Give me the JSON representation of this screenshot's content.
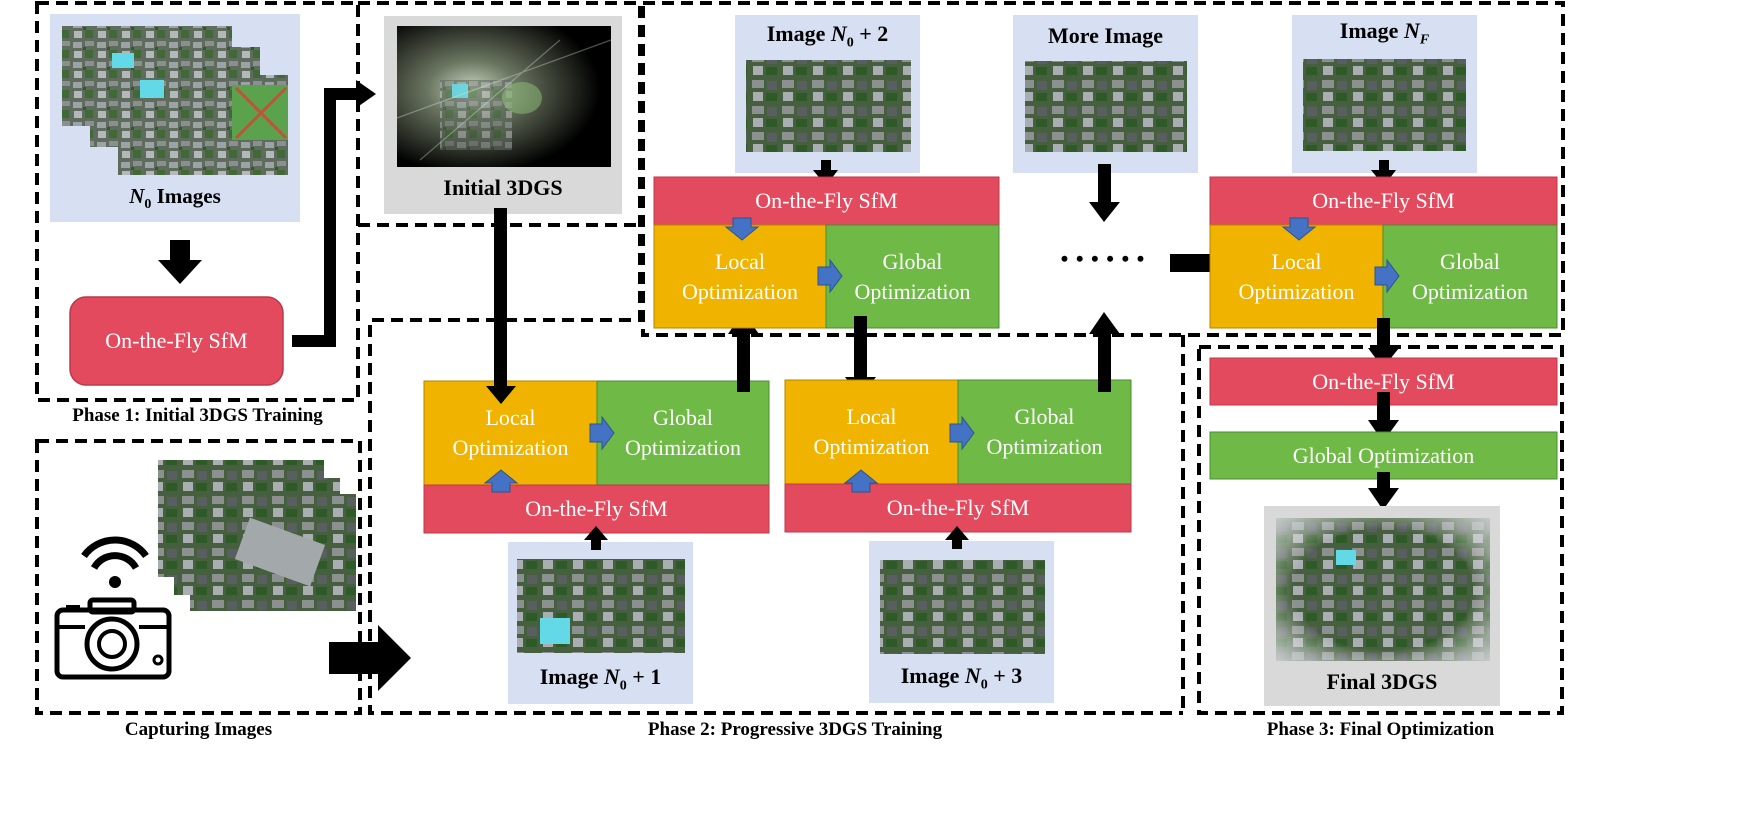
{
  "colors": {
    "sfm_red": "#e34a5e",
    "local_yellow": "#f0b400",
    "global_green": "#6fb946",
    "image_bg": "#d6e0f2",
    "gray_bg": "#d9d9d9",
    "arrow_blue": "#4472c4"
  },
  "phase1": {
    "images_label_main": "N",
    "images_label_sub": "0",
    "images_label_rest": " Images",
    "sfm_label": "On-the-Fly SfM",
    "initial_label": "Initial 3DGS",
    "title": "Phase 1: Initial 3DGS Training"
  },
  "capture": {
    "title": "Capturing Images"
  },
  "phase2": {
    "title": "Phase 2: Progressive 3DGS Training",
    "img_n0_1": {
      "main": "Image N",
      "sub": "0",
      "rest": " + 1"
    },
    "img_n0_2": {
      "main": "Image N",
      "sub": "0",
      "rest": " + 2"
    },
    "img_n0_3": {
      "main": "Image N",
      "sub": "0",
      "rest": " + 3"
    },
    "more_image": "More Image",
    "ellipsis": "• • • • • •",
    "sfm": "On-the-Fly SfM",
    "local_line1": "Local",
    "local_line2": "Optimization",
    "global_line1": "Global",
    "global_line2": "Optimization"
  },
  "phase3": {
    "title": "Phase 3: Final Optimization",
    "img_nf": {
      "main": "Image N",
      "sub": "F"
    },
    "sfm": "On-the-Fly SfM",
    "global_opt": "Global Optimization",
    "final_label": "Final 3DGS"
  }
}
